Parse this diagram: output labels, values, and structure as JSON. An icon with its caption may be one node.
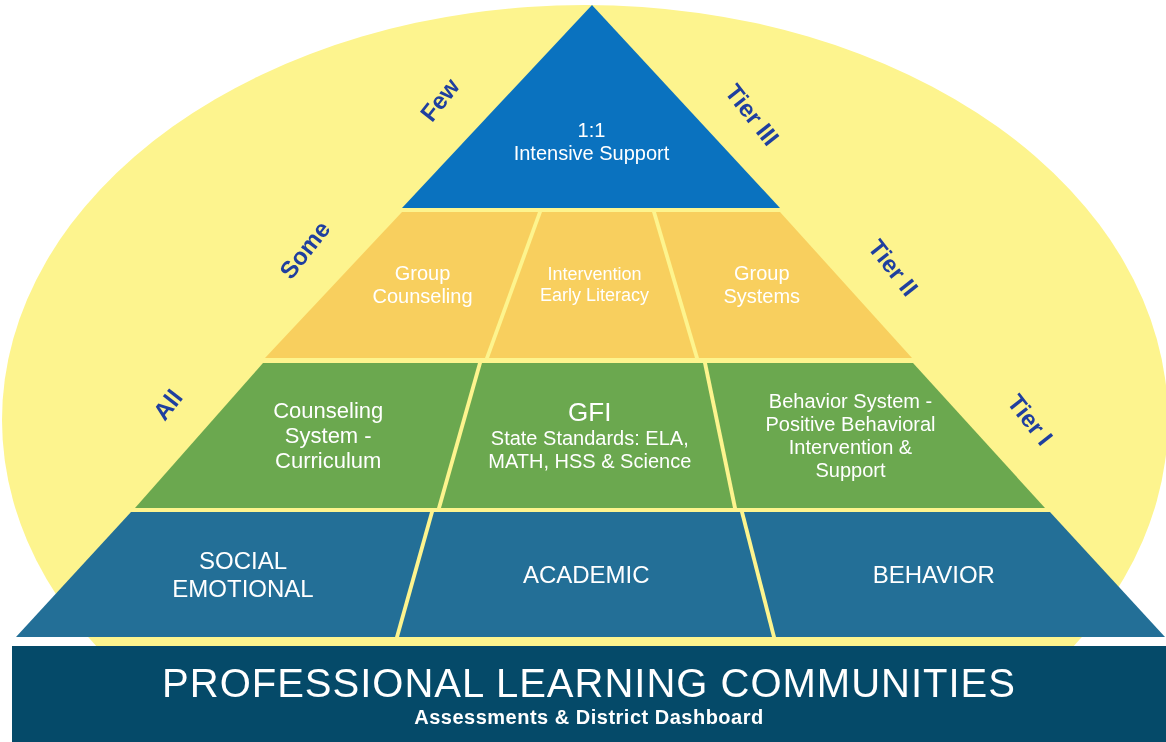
{
  "diagram": {
    "nodes": [
      {
        "text": [
          "1:1",
          "Intensive Support"
        ]
      },
      {
        "text": [
          "Group Counseling"
        ]
      },
      {
        "text": [
          "Intervention Early Literacy"
        ]
      },
      {
        "text": [
          "Group Systems"
        ]
      },
      {
        "text": [
          "Counseling System - Curriculum"
        ]
      },
      {
        "text": [
          "GFI",
          "State Standards: ELA, MATH, HSS & Science"
        ]
      },
      {
        "text": [
          "Behavior System - Positive Behavioral Intervention & Support"
        ]
      },
      {
        "text": [
          "SOCIAL EMOTIONAL"
        ]
      },
      {
        "text": [
          "ACADEMIC"
        ]
      },
      {
        "text": [
          "BEHAVIOR"
        ]
      },
      {
        "text": [
          "PROFESSIONAL LEARNING COMMUNITIES",
          "Assessments & District Dashboard"
        ]
      }
    ],
    "labels": [
      "Few",
      "Some",
      "All",
      "Tier III",
      "Tier II",
      "Tier I"
    ]
  }
}
